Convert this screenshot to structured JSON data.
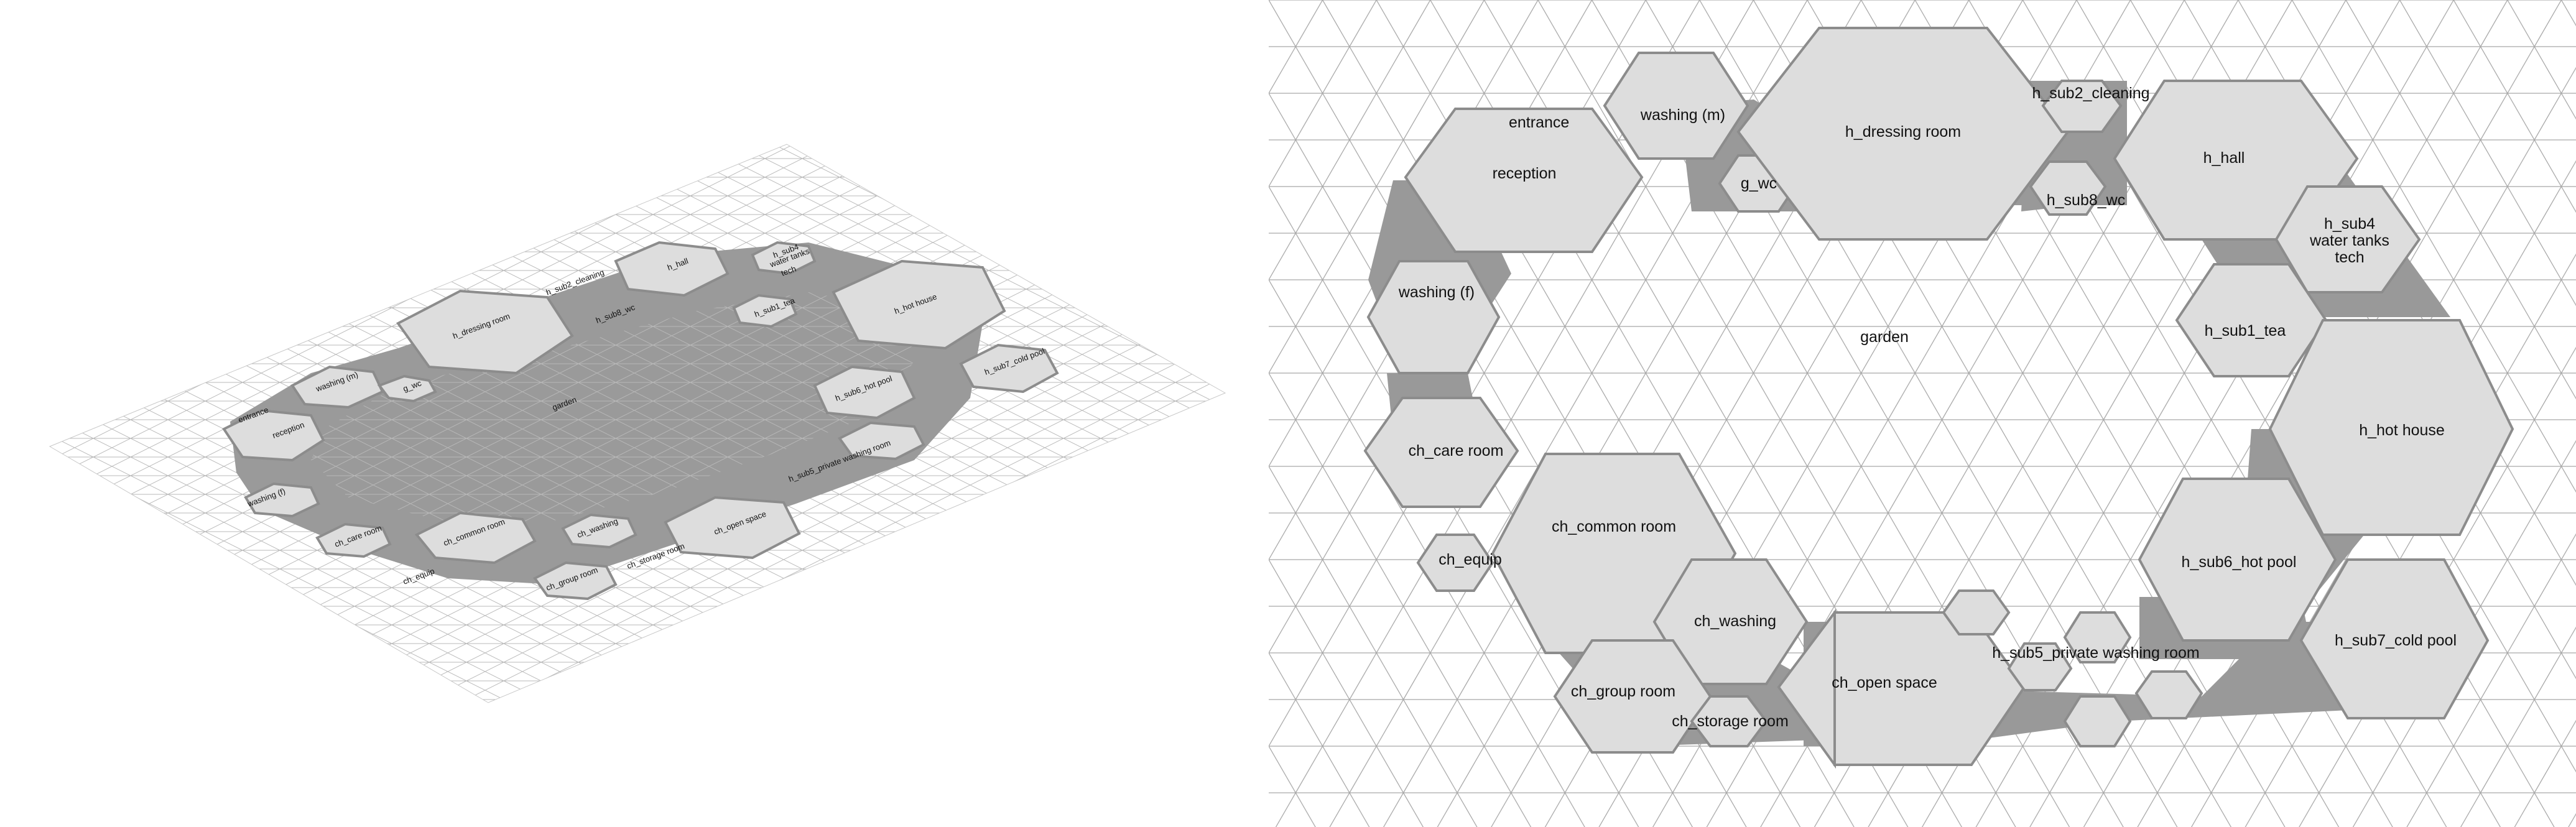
{
  "colors": {
    "background": "#ffffff",
    "grid_line": "#a8a8a8",
    "room_fill": "#dddddd",
    "room_stroke": "#8c8c8c",
    "corridor": "#999999",
    "text": "#111111"
  },
  "plan": {
    "garden_label": "garden",
    "rooms": {
      "entrance": "entrance",
      "reception": "reception",
      "washing_m": "washing (m)",
      "g_wc": "g_wc",
      "h_dressing_room": "h_dressing room",
      "h_sub2_cleaning": "h_sub2_cleaning",
      "h_sub8_wc": "h_sub8_wc",
      "h_hall": "h_hall",
      "h_sub4_line1": "h_sub4",
      "h_sub4_line2": "water tanks",
      "h_sub4_line3": "tech",
      "h_sub1_tea": "h_sub1_tea",
      "h_hot_house": "h_hot house",
      "washing_f": "washing (f)",
      "ch_care_room": "ch_care room",
      "ch_equip": "ch_equip",
      "ch_common_room": "ch_common room",
      "ch_washing": "ch_washing",
      "ch_group_room": "ch_group room",
      "ch_storage_room": "ch_storage room",
      "ch_open_space": "ch_open space",
      "h_sub5_private_washing_room": "h_sub5_private washing room",
      "h_sub6_hot_pool": "h_sub6_hot pool",
      "h_sub7_cold_pool": "h_sub7_cold pool"
    }
  }
}
